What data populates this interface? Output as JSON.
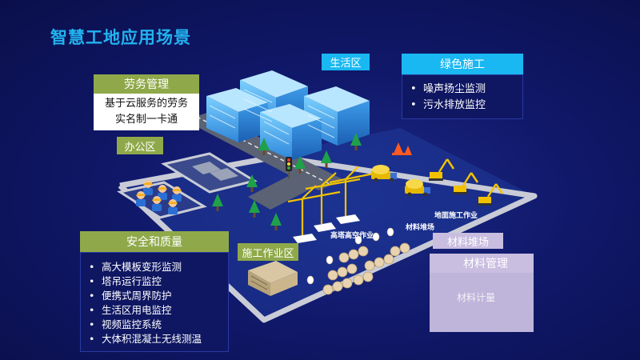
{
  "title": "智慧工地应用场景",
  "labor": {
    "title": "劳务管理",
    "lines": [
      "基于云服务的劳务",
      "实名制一卡通"
    ]
  },
  "office_label": "办公区",
  "living_label": "生活区",
  "green": {
    "title": "绿色施工",
    "items": [
      "噪声扬尘监测",
      "污水排放监控"
    ]
  },
  "safety": {
    "title": "安全和质量",
    "items": [
      "高大模板变形监测",
      "塔吊运行监控",
      "便携式周界防护",
      "生活区用电监控",
      "视频监控系统",
      "大体积混凝土无线测温"
    ]
  },
  "work_area_label": "施工作业区",
  "ground_work_label": "地面施工作业",
  "material_stack_small": "材料堆场",
  "high_work_label": "高塔高空作业",
  "material_yard_label": "材料堆场",
  "material_mgmt": {
    "title": "材料管理",
    "body": "材料计量"
  },
  "colors": {
    "title": "#22b3f0",
    "head_green": "#8fa94a",
    "head_cyan": "#19b8f2",
    "head_lilac": "#c9bde0"
  }
}
